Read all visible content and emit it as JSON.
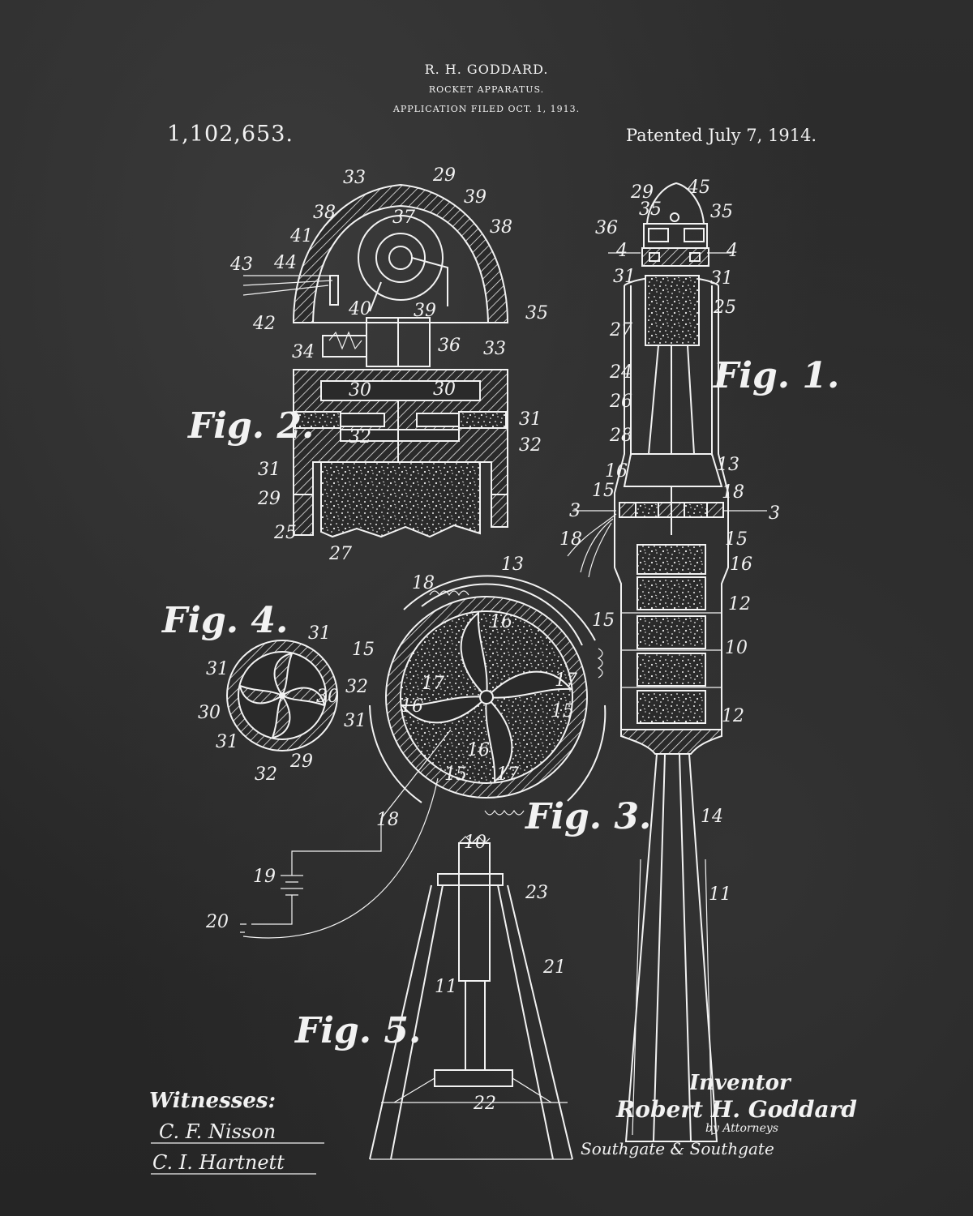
{
  "header": {
    "inventor_line": "R. H. GODDARD.",
    "title": "ROCKET APPARATUS.",
    "filed": "APPLICATION FILED OCT. 1, 1913."
  },
  "patent_number": "1,102,653.",
  "patent_date": "Patented July 7, 1914.",
  "figures": {
    "fig1": "Fig. 1.",
    "fig2": "Fig. 2.",
    "fig3": "Fig. 3.",
    "fig4": "Fig. 4.",
    "fig5": "Fig. 5."
  },
  "labels": {
    "fig2": [
      "33",
      "29",
      "39",
      "38",
      "37",
      "38",
      "41",
      "43",
      "44",
      "42",
      "40",
      "39",
      "35",
      "34",
      "36",
      "33",
      "30",
      "30",
      "31",
      "32",
      "32",
      "31",
      "29",
      "25",
      "27"
    ],
    "fig1": [
      "29",
      "45",
      "35",
      "35",
      "36",
      "4",
      "4",
      "31",
      "31",
      "25",
      "27",
      "24",
      "26",
      "28",
      "16",
      "13",
      "15",
      "18",
      "3",
      "3",
      "18",
      "15",
      "16",
      "12",
      "10",
      "12",
      "14",
      "11"
    ],
    "fig4": [
      "31",
      "31",
      "32",
      "30",
      "30",
      "31",
      "31",
      "32",
      "29"
    ],
    "fig3": [
      "18",
      "13",
      "15",
      "16",
      "15",
      "17",
      "17",
      "16",
      "15",
      "16",
      "15",
      "17"
    ],
    "fig5": [
      "18",
      "19",
      "20",
      "10",
      "23",
      "21",
      "11",
      "22"
    ]
  },
  "witnesses": {
    "heading": "Witnesses:",
    "names": [
      "C. F. Nisson",
      "C. I. Hartnett"
    ]
  },
  "inventor": {
    "heading": "Inventor",
    "name": "Robert H. Goddard",
    "by": "by Attorneys",
    "attorneys": "Southgate & Southgate"
  }
}
